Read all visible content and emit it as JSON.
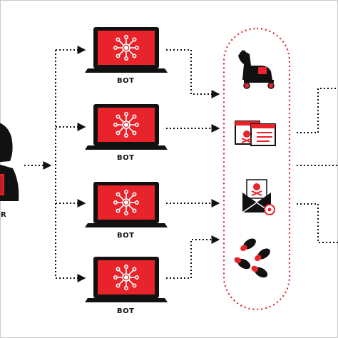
{
  "bots": [
    {
      "label": "BOT"
    },
    {
      "label": "BOT"
    },
    {
      "label": "BOT"
    },
    {
      "label": "BOT"
    }
  ],
  "attacker": {
    "label_partial": "R"
  },
  "colors": {
    "accent": "#e8232a",
    "ink": "#111111",
    "dotted_path": "#111111",
    "pill_border": "#d9272e"
  },
  "icons": [
    "hacker-icon",
    "botnet-icon",
    "trojan-horse-icon",
    "phishing-page-icon",
    "spam-email-icon",
    "malware-bugs-icon"
  ]
}
